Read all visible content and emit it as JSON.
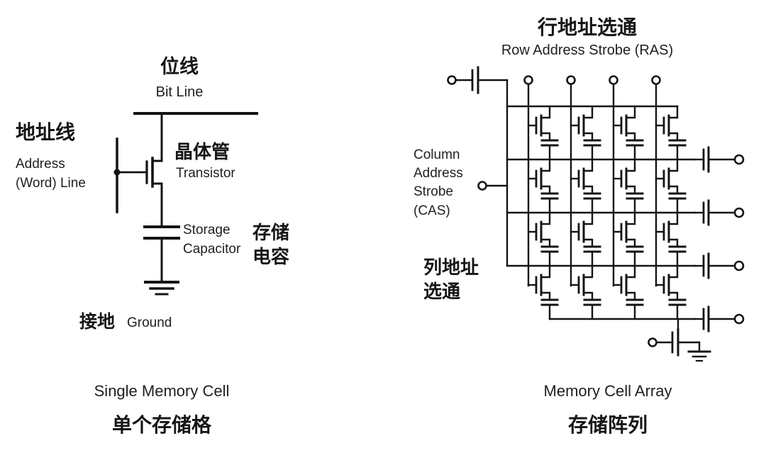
{
  "figure": {
    "background": "#ffffff",
    "ink": "#141414"
  },
  "single_cell": {
    "labels": {
      "bit_line_zh": "位线",
      "bit_line_en": "Bit Line",
      "address_line_zh": "地址线",
      "address_line_en": "Address\n(Word) Line",
      "transistor_zh": "晶体管",
      "transistor_en": "Transistor",
      "storage_capacitor_en": "Storage\nCapacitor",
      "storage_capacitor_zh": "存储\n电容",
      "ground_zh": "接地",
      "ground_en": "Ground"
    },
    "caption_en": "Single Memory Cell",
    "caption_zh": "单个存储格"
  },
  "cell_array": {
    "grid": {
      "rows": 4,
      "columns": 4
    },
    "labels": {
      "row_strobe_zh": "行地址选通",
      "row_strobe_en": "Row Address Strobe (RAS)",
      "column_strobe_en": "Column\nAddress\nStrobe\n(CAS)",
      "column_strobe_zh": "列地址\n选通"
    },
    "caption_en": "Memory Cell Array",
    "caption_zh": "存储阵列"
  }
}
